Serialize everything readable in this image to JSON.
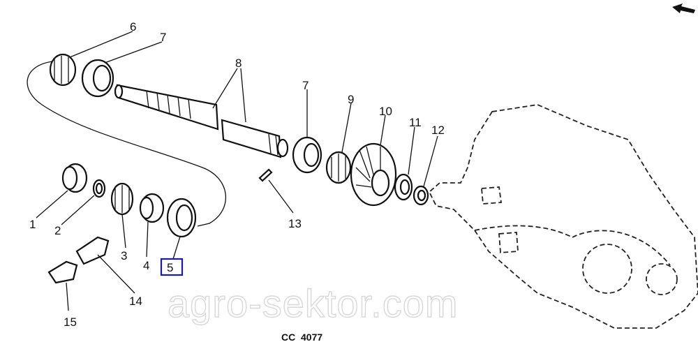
{
  "diagram": {
    "callouts": [
      "6",
      "7",
      "8",
      "7",
      "9",
      "10",
      "11",
      "12",
      "13",
      "1",
      "2",
      "3",
      "4",
      "5",
      "14",
      "15"
    ],
    "highlighted_callout": "5",
    "highlight_color": "#1a1aa8",
    "drawing_code": "CC  4077",
    "watermark": "agro-sektor.com",
    "orientation_icon": "arrow-icon"
  }
}
